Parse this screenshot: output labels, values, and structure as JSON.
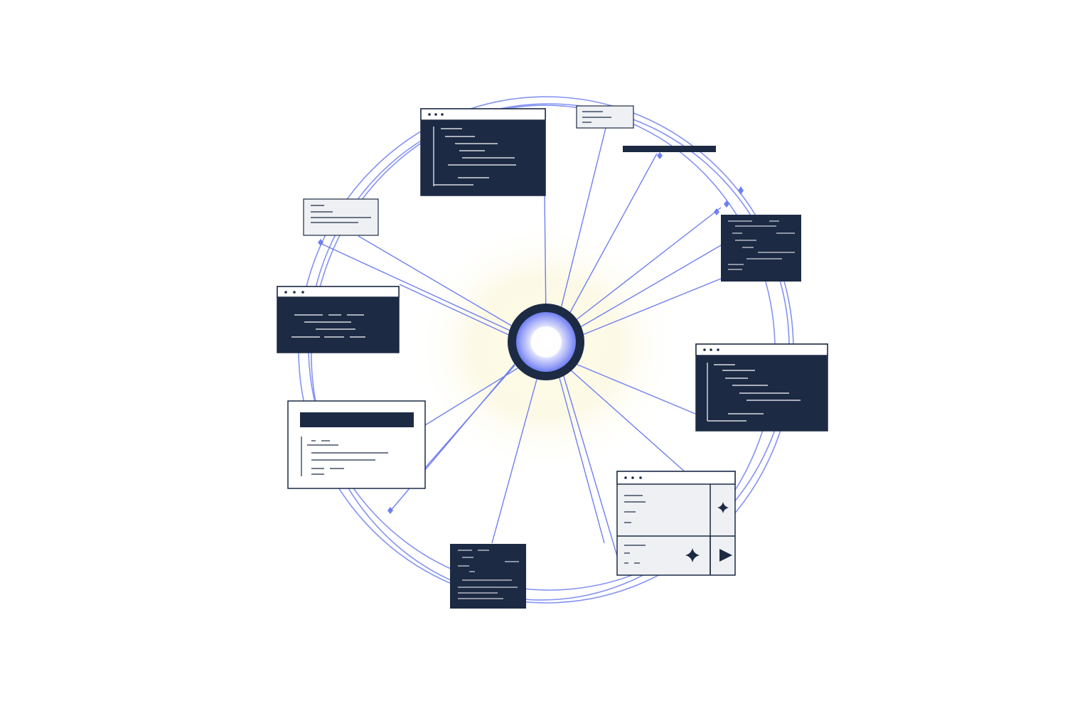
{
  "diagram": {
    "style": "hub-and-spoke illustration",
    "hub": {
      "icon": "glowing-orb-icon",
      "core_color": "#ffffff",
      "glow_color": "#7b86f5",
      "ring_color": "#1c2a44",
      "halo_color": "#fbf7dc"
    },
    "colors": {
      "dark_panel": "#1c2a44",
      "light_panel": "#eef0f3",
      "line": "#6f7ff0",
      "text_line": "#ffffff",
      "accent_star": "#1c2a44"
    },
    "windows": [
      {
        "id": "top-code-window",
        "theme": "dark",
        "title_bar": true,
        "controls_icon": "window-controls-icon",
        "content": "code-lines"
      },
      {
        "id": "top-small-note",
        "theme": "light",
        "title_bar": false,
        "content": "text-lines"
      },
      {
        "id": "top-dark-bar",
        "theme": "dark",
        "title_bar": false,
        "content": "bar"
      },
      {
        "id": "left-note-card",
        "theme": "light",
        "title_bar": false,
        "content": "text-lines"
      },
      {
        "id": "left-code-window",
        "theme": "dark",
        "title_bar": true,
        "controls_icon": "window-controls-icon",
        "content": "text-lines"
      },
      {
        "id": "left-document-window",
        "theme": "light",
        "title_bar": false,
        "content": "header-and-text"
      },
      {
        "id": "right-top-code-panel",
        "theme": "dark",
        "title_bar": false,
        "content": "code-lines"
      },
      {
        "id": "right-code-window",
        "theme": "dark",
        "title_bar": true,
        "controls_icon": "window-controls-icon",
        "content": "code-lines"
      },
      {
        "id": "bottom-code-panel",
        "theme": "dark",
        "title_bar": false,
        "content": "code-lines"
      },
      {
        "id": "bottom-right-app-window",
        "theme": "light",
        "title_bar": true,
        "controls_icon": "window-controls-icon",
        "content": "split-panes",
        "icons": [
          "sparkle-icon",
          "sparkle-icon",
          "play-icon"
        ]
      }
    ]
  }
}
